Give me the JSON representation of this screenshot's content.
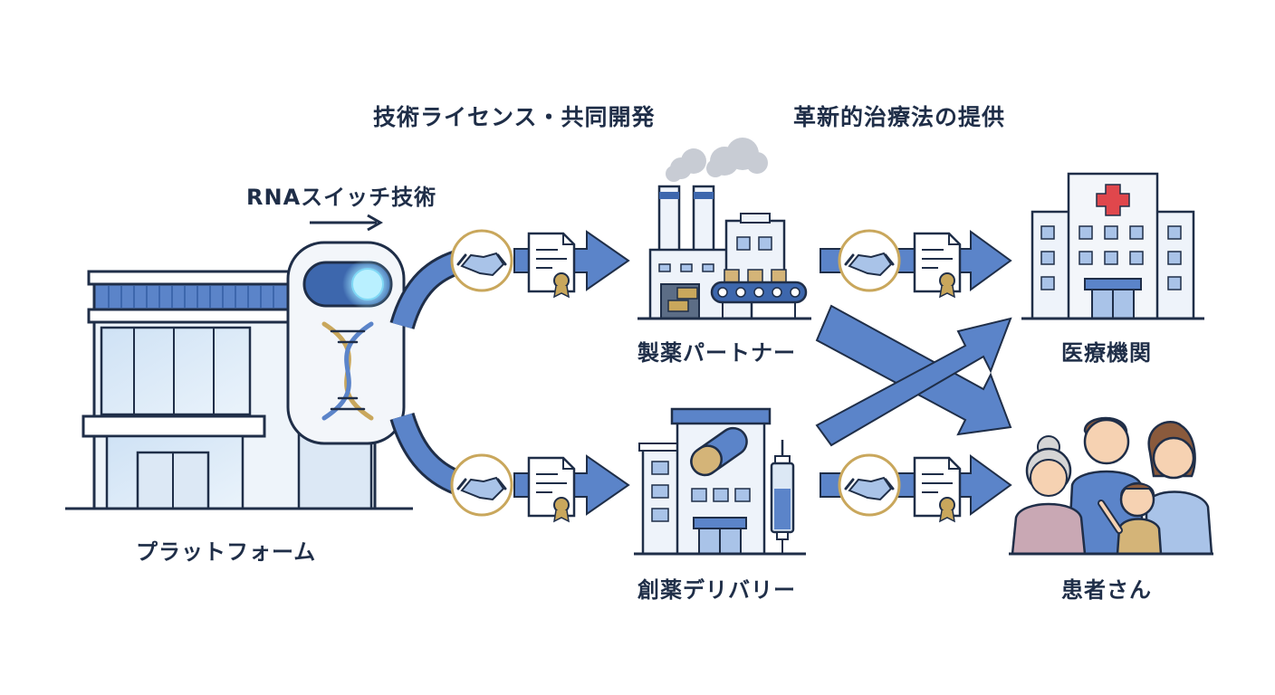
{
  "headers": {
    "licensing": "技術ライセンス・共同開発",
    "delivery": "革新的治療法の提供"
  },
  "platform": {
    "tech_label": "RNAスイッチ技術",
    "label": "プラットフォーム"
  },
  "partners": {
    "pharma": "製薬パートナー",
    "drug_delivery": "創薬デリバリー"
  },
  "recipients": {
    "medical": "医療機関",
    "patients": "患者さん"
  },
  "colors": {
    "navy": "#1f2e48",
    "arrow_blue": "#5b84c9",
    "gold": "#c9a75c",
    "light_blue": "#dce8f5",
    "red_cross": "#e0474c"
  }
}
